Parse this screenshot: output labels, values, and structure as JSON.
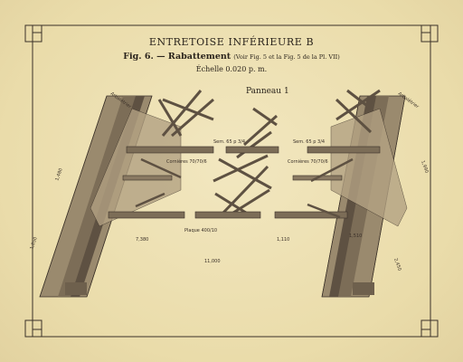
{
  "title": "ENTRETOISE INFÉRIEURE B",
  "fig_label": "Fig. 6. — Rabattement",
  "fig_ref": "(Voir Fig. 5 et la Fig. 5 de la Pl. VII)",
  "scale": "Échelle 0.020 p. m.",
  "panel": "Panneau 1",
  "labels": {
    "arbaletrier_left": "Arbalétrier",
    "arbaletrier_right": "Arbalétrier",
    "sem_left": "Sem. 65 p 3/4",
    "sem_right": "Sem. 65 p 3/4",
    "cornieres_a": "Cornières 70/70/6",
    "cornieres_b": "Cornières 70/70/6",
    "plaque": "Plaque 400/10",
    "dim_a": "1,480",
    "dim_b": "1,050",
    "dim_c": "7,380",
    "dim_d": "1,110",
    "dim_e": "1,990",
    "dim_f": "2,450",
    "dim_g": "1,510",
    "dim_h": "11,000"
  },
  "colors": {
    "paper": "#eadcaa",
    "ink": "#2b241c",
    "steel": "#8a7a63",
    "steel_dark": "#5e5142",
    "frame": "#3b3128"
  }
}
